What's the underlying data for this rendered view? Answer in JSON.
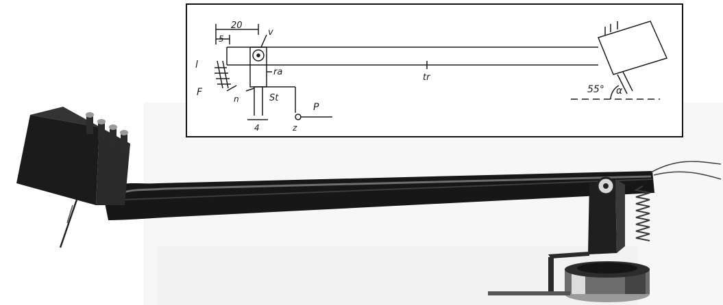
{
  "figure": {
    "diagram_labels": {
      "dim_20": "20",
      "dim_5": "5",
      "label_l": "l",
      "label_v": "v",
      "label_ra": "ra",
      "label_F": "F",
      "label_n": "n",
      "label_St": "St",
      "label_4": "4",
      "label_z": "z",
      "label_P": "P",
      "label_tr": "tr",
      "angle_value": "55°",
      "angle_symbol": "α"
    }
  },
  "colors": {
    "ink": "#1a1a1a",
    "arm_dark": "#161616",
    "arm_highlight": "#7a7a7a",
    "head_block": "#1b1b1b",
    "photo_bg": "#fafafa"
  }
}
